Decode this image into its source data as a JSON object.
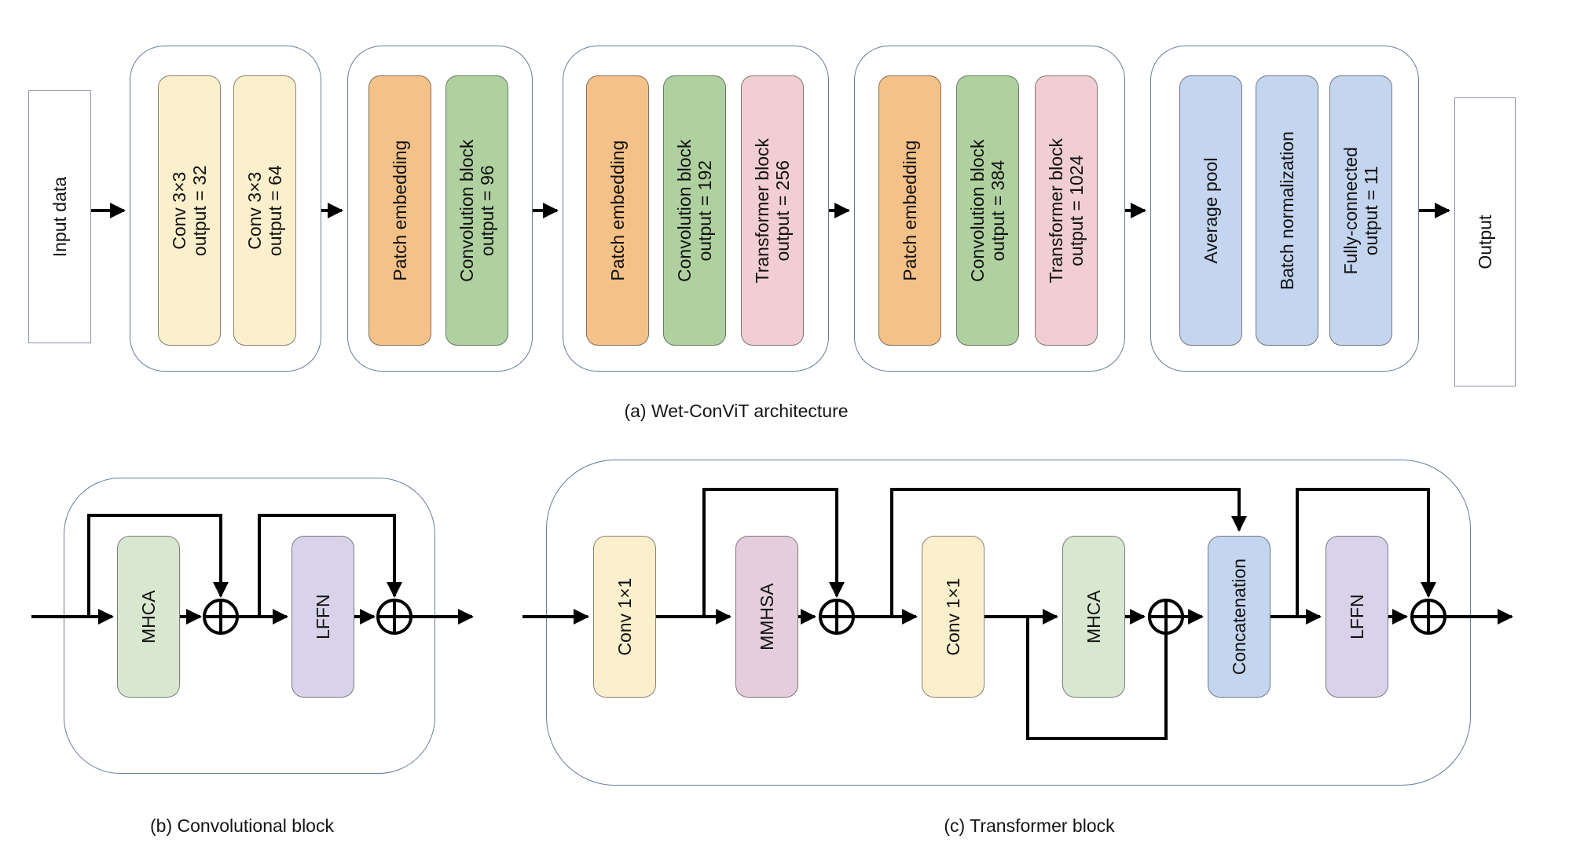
{
  "fig": {
    "caption_a": "(a) Wet-ConViT architecture",
    "caption_b": "(b) Convolutional block",
    "caption_c": "(c) Transformer block"
  },
  "arch": {
    "input_label": "Input data",
    "output_label": "Output",
    "stages": [
      {
        "blocks": [
          {
            "label": "Conv 3×3\noutput = 32",
            "color": "cream"
          },
          {
            "label": "Conv 3×3\noutput = 64",
            "color": "cream"
          }
        ]
      },
      {
        "blocks": [
          {
            "label": "Patch embedding",
            "color": "orange"
          },
          {
            "label": "Convolution block\noutput = 96",
            "color": "green"
          }
        ]
      },
      {
        "blocks": [
          {
            "label": "Patch embedding",
            "color": "orange"
          },
          {
            "label": "Convolution block\noutput = 192",
            "color": "green"
          },
          {
            "label": "Transformer block\noutput = 256",
            "color": "pink"
          }
        ]
      },
      {
        "blocks": [
          {
            "label": "Patch embedding",
            "color": "orange"
          },
          {
            "label": "Convolution block\noutput = 384",
            "color": "green"
          },
          {
            "label": "Transformer block\noutput = 1024",
            "color": "pink"
          }
        ]
      },
      {
        "blocks": [
          {
            "label": "Average pool",
            "color": "blue"
          },
          {
            "label": "Batch normalization",
            "color": "blue"
          },
          {
            "label": "Fully-connected\noutput = 11",
            "color": "blue"
          }
        ]
      }
    ]
  },
  "conv_block": {
    "mhca_label": "MHCA",
    "lffn_label": "LFFN"
  },
  "transformer_block": {
    "conv1_label": "Conv 1×1",
    "mmhsa_label": "MMHSA",
    "conv2_label": "Conv 1×1",
    "mhca_label": "MHCA",
    "concat_label": "Concatenation",
    "lffn_label": "LFFN"
  },
  "palette": {
    "cream": "#FCF0CC",
    "orange": "#F4C188",
    "green": "#AFD1A0",
    "pink": "#F1CED1",
    "blue": "#C4D5EF",
    "light_green": "#D8E7D0",
    "lavender": "#D9D3EA",
    "mauve": "#E5CEDC",
    "container_border": "#6b7b96",
    "line": "#000000"
  }
}
